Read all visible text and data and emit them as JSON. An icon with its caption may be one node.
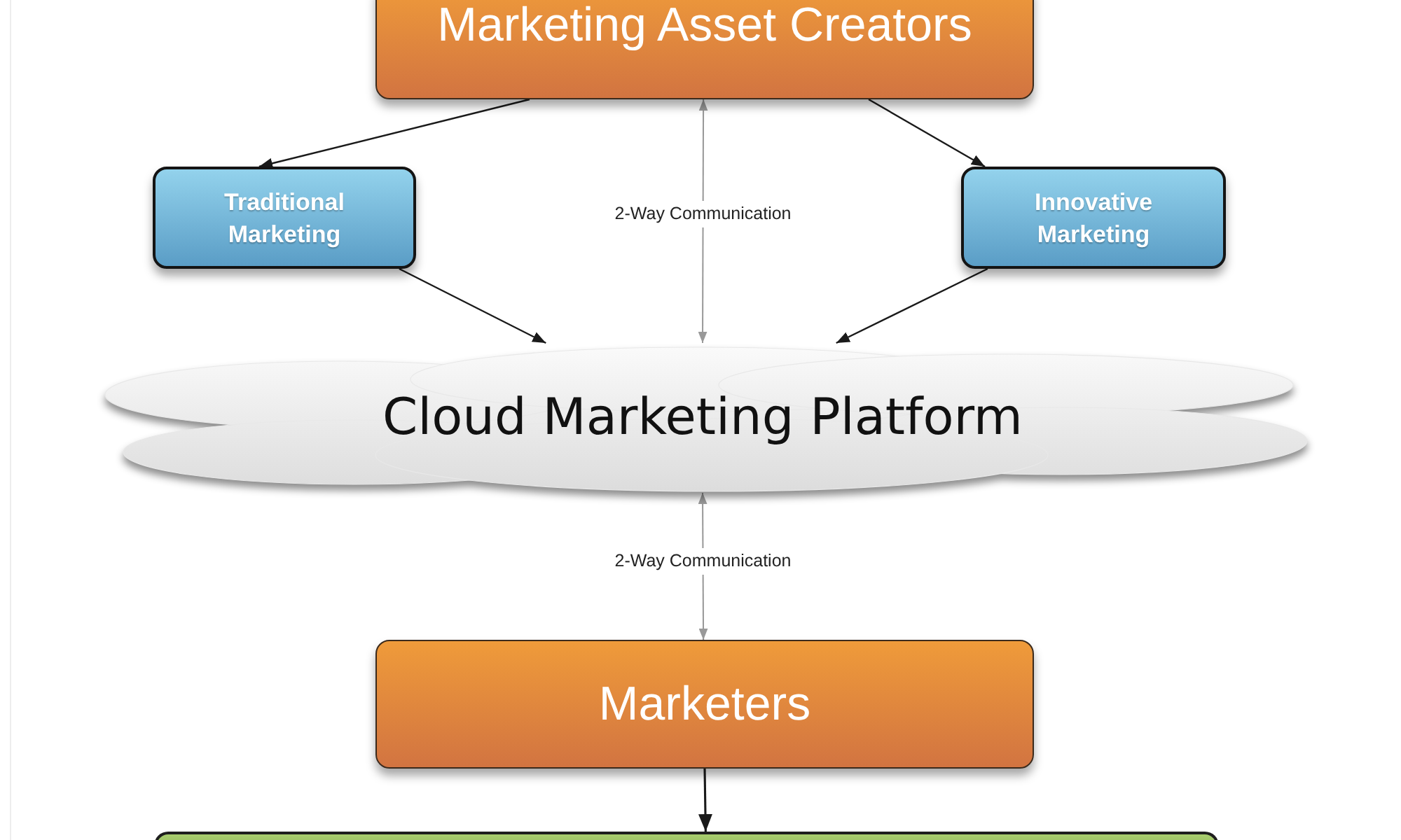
{
  "diagram": {
    "nodes": [
      {
        "text": [
          "Marketing Asset Creators"
        ]
      },
      {
        "text": [
          "Traditional Marketing"
        ]
      },
      {
        "text": [
          "Innovative Marketing"
        ]
      },
      {
        "text": [
          "Cloud Marketing Platform"
        ]
      },
      {
        "text": [
          "Marketers"
        ]
      },
      {
        "text": [],
        "shape": "box"
      }
    ],
    "edges": [
      {
        "from": 0,
        "to": 1,
        "arrow": "to"
      },
      {
        "from": 0,
        "to": 2,
        "arrow": "to"
      },
      {
        "from": 0,
        "to": 3,
        "arrow": "both",
        "label": "2-Way Communication",
        "color": "#999999"
      },
      {
        "from": 1,
        "to": 3,
        "arrow": "to"
      },
      {
        "from": 2,
        "to": 3,
        "arrow": "to"
      },
      {
        "from": 3,
        "to": 4,
        "arrow": "both",
        "label": "2-Way Communication",
        "color": "#999999"
      },
      {
        "from": 4,
        "to": 5,
        "arrow": "to"
      }
    ]
  }
}
